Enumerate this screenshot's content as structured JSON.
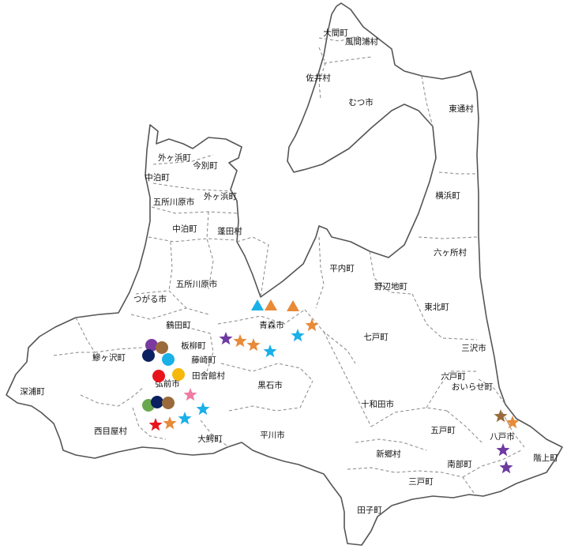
{
  "map": {
    "municipalities": [
      "大間町",
      "風間浦村",
      "佐井村",
      "むつ市",
      "東通村",
      "外ヶ浜町",
      "今別町",
      "中泊町",
      "外ヶ浜町",
      "五所川原市",
      "中泊町",
      "蓬田村",
      "横浜町",
      "六ヶ所村",
      "平内町",
      "野辺地町",
      "五所川原市",
      "つがる市",
      "青森市",
      "東北町",
      "鶴田町",
      "板柳町",
      "七戸町",
      "三沢市",
      "鰺ヶ沢町",
      "藤崎町",
      "田舎館村",
      "六戸町",
      "おいらせ町",
      "深浦町",
      "弘前市",
      "黒石市",
      "十和田市",
      "八戸市",
      "西目屋村",
      "五戸町",
      "階上町",
      "大鰐町",
      "平川市",
      "新郷村",
      "南部町",
      "三戸町",
      "田子町"
    ],
    "markers": [
      {
        "shape": "triangle",
        "color": "#1ab0e8"
      },
      {
        "shape": "triangle",
        "color": "#e88a38"
      },
      {
        "shape": "triangle",
        "color": "#e88a38"
      },
      {
        "shape": "star",
        "color": "#e88a38"
      },
      {
        "shape": "star",
        "color": "#1ab0e8"
      },
      {
        "shape": "star",
        "color": "#6e3aa0"
      },
      {
        "shape": "star",
        "color": "#e88a38"
      },
      {
        "shape": "star",
        "color": "#e88a38"
      },
      {
        "shape": "star",
        "color": "#1ab0e8"
      },
      {
        "shape": "circle",
        "color": "#7a3aa0"
      },
      {
        "shape": "circle",
        "color": "#9a6a3a"
      },
      {
        "shape": "circle",
        "color": "#0a2060"
      },
      {
        "shape": "circle",
        "color": "#1ab0e8"
      },
      {
        "shape": "circle",
        "color": "#e8141c"
      },
      {
        "shape": "circle",
        "color": "#f6b80a"
      },
      {
        "shape": "star",
        "color": "#f07aa0"
      },
      {
        "shape": "circle",
        "color": "#6aa84f"
      },
      {
        "shape": "circle",
        "color": "#0a2060"
      },
      {
        "shape": "circle",
        "color": "#9a6a3a"
      },
      {
        "shape": "star",
        "color": "#1ab0e8"
      },
      {
        "shape": "star",
        "color": "#1ab0e8"
      },
      {
        "shape": "star",
        "color": "#e8141c"
      },
      {
        "shape": "star",
        "color": "#e88a38"
      },
      {
        "shape": "star",
        "color": "#9a6a3a"
      },
      {
        "shape": "star",
        "color": "#e88a38"
      },
      {
        "shape": "star",
        "color": "#6e3aa0"
      },
      {
        "shape": "star",
        "color": "#6e3aa0"
      }
    ]
  }
}
